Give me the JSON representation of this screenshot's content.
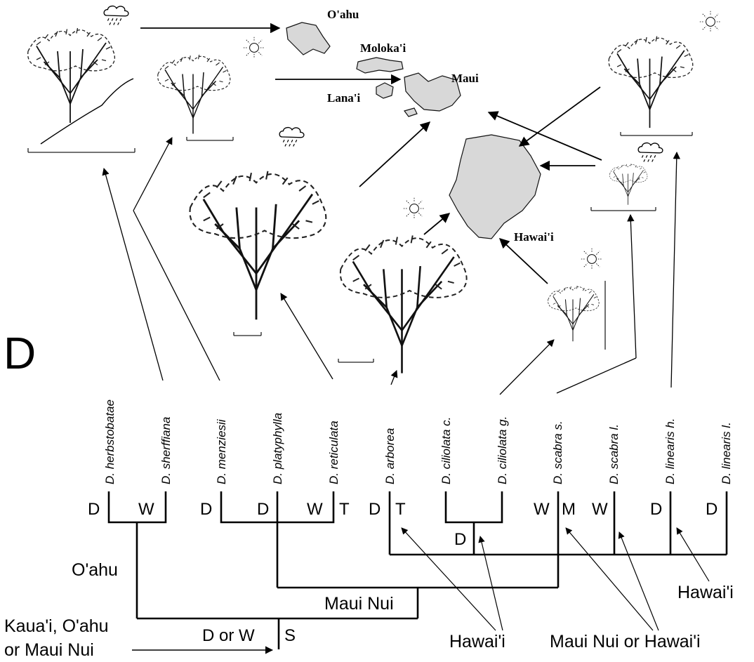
{
  "panel_label": "D",
  "taxa": [
    "D. herbstobatae",
    "D. sherffiana",
    "D. menziesii",
    "D. platyphylla",
    "D. reticulata",
    "D. arborea",
    "D. ciliolata c.",
    "D. ciliolata g.",
    "D. scabra s.",
    "D. scabra l.",
    "D. linearis h.",
    "D. linearis l."
  ],
  "states": {
    "herb": "D",
    "sherf": "W",
    "menz": "D",
    "plat": "D",
    "retic_w": "W",
    "retic_t": "T",
    "arb_d": "D",
    "arb_t": "T",
    "cil": "D",
    "scab_w": "W",
    "scab_m": "M",
    "scabl_w": "W",
    "linh_d": "D",
    "linl_d": "D",
    "root_dw": "D or W",
    "root_s": "S"
  },
  "regions": {
    "oahu": "O'ahu",
    "mauinui": "Maui Nui",
    "root_line1": "Kaua'i, O'ahu",
    "root_line2": "or Maui Nui",
    "hawaii_a": "Hawai'i",
    "hawaii_b": "Hawai'i",
    "maui_or_hawaii": "Maui Nui or Hawai'i"
  },
  "islands": {
    "oahu": "O'ahu",
    "molokai": "Moloka'i",
    "lanai": "Lana'i",
    "maui": "Maui",
    "hawaii": "Hawai'i"
  },
  "icons": [
    "rain-cloud-icon",
    "sun-icon"
  ]
}
